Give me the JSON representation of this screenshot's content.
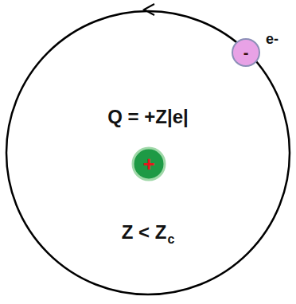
{
  "diagram": {
    "nodes": [
      {
        "text": [
          "-"
        ]
      },
      {
        "text": [
          "+"
        ]
      }
    ],
    "labels": [
      "e-",
      "Q = +Z|e|",
      "Z < Z",
      "c"
    ]
  }
}
